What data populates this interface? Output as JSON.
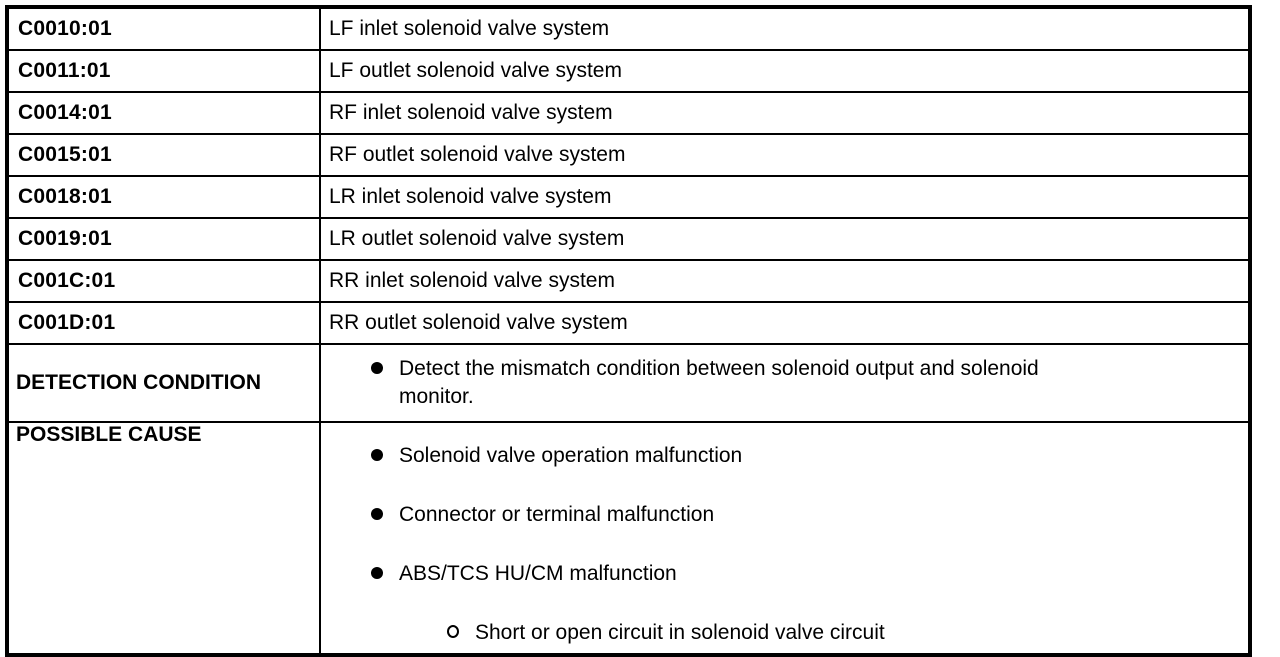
{
  "colors": {
    "border": "#000000",
    "text": "#000000",
    "background": "#ffffff"
  },
  "table": {
    "dtc_rows": [
      {
        "code": "C0010:01",
        "description": "LF inlet solenoid valve system"
      },
      {
        "code": "C0011:01",
        "description": "LF outlet solenoid valve system"
      },
      {
        "code": "C0014:01",
        "description": "RF inlet solenoid valve system"
      },
      {
        "code": "C0015:01",
        "description": "RF outlet solenoid valve system"
      },
      {
        "code": "C0018:01",
        "description": "LR inlet solenoid valve system"
      },
      {
        "code": "C0019:01",
        "description": "LR outlet solenoid valve system"
      },
      {
        "code": "C001C:01",
        "description": "RR inlet solenoid valve system"
      },
      {
        "code": "C001D:01",
        "description": "RR outlet solenoid valve system"
      }
    ],
    "detection_condition": {
      "label": "DETECTION CONDITION",
      "bullets": [
        "Detect the mismatch condition between solenoid output and solenoid monitor."
      ]
    },
    "possible_cause": {
      "label": "POSSIBLE CAUSE",
      "bullets": [
        "Solenoid valve operation malfunction",
        "Connector or terminal malfunction",
        "ABS/TCS HU/CM malfunction"
      ],
      "sub_bullets": [
        "Short or open circuit in solenoid valve circuit"
      ]
    }
  }
}
